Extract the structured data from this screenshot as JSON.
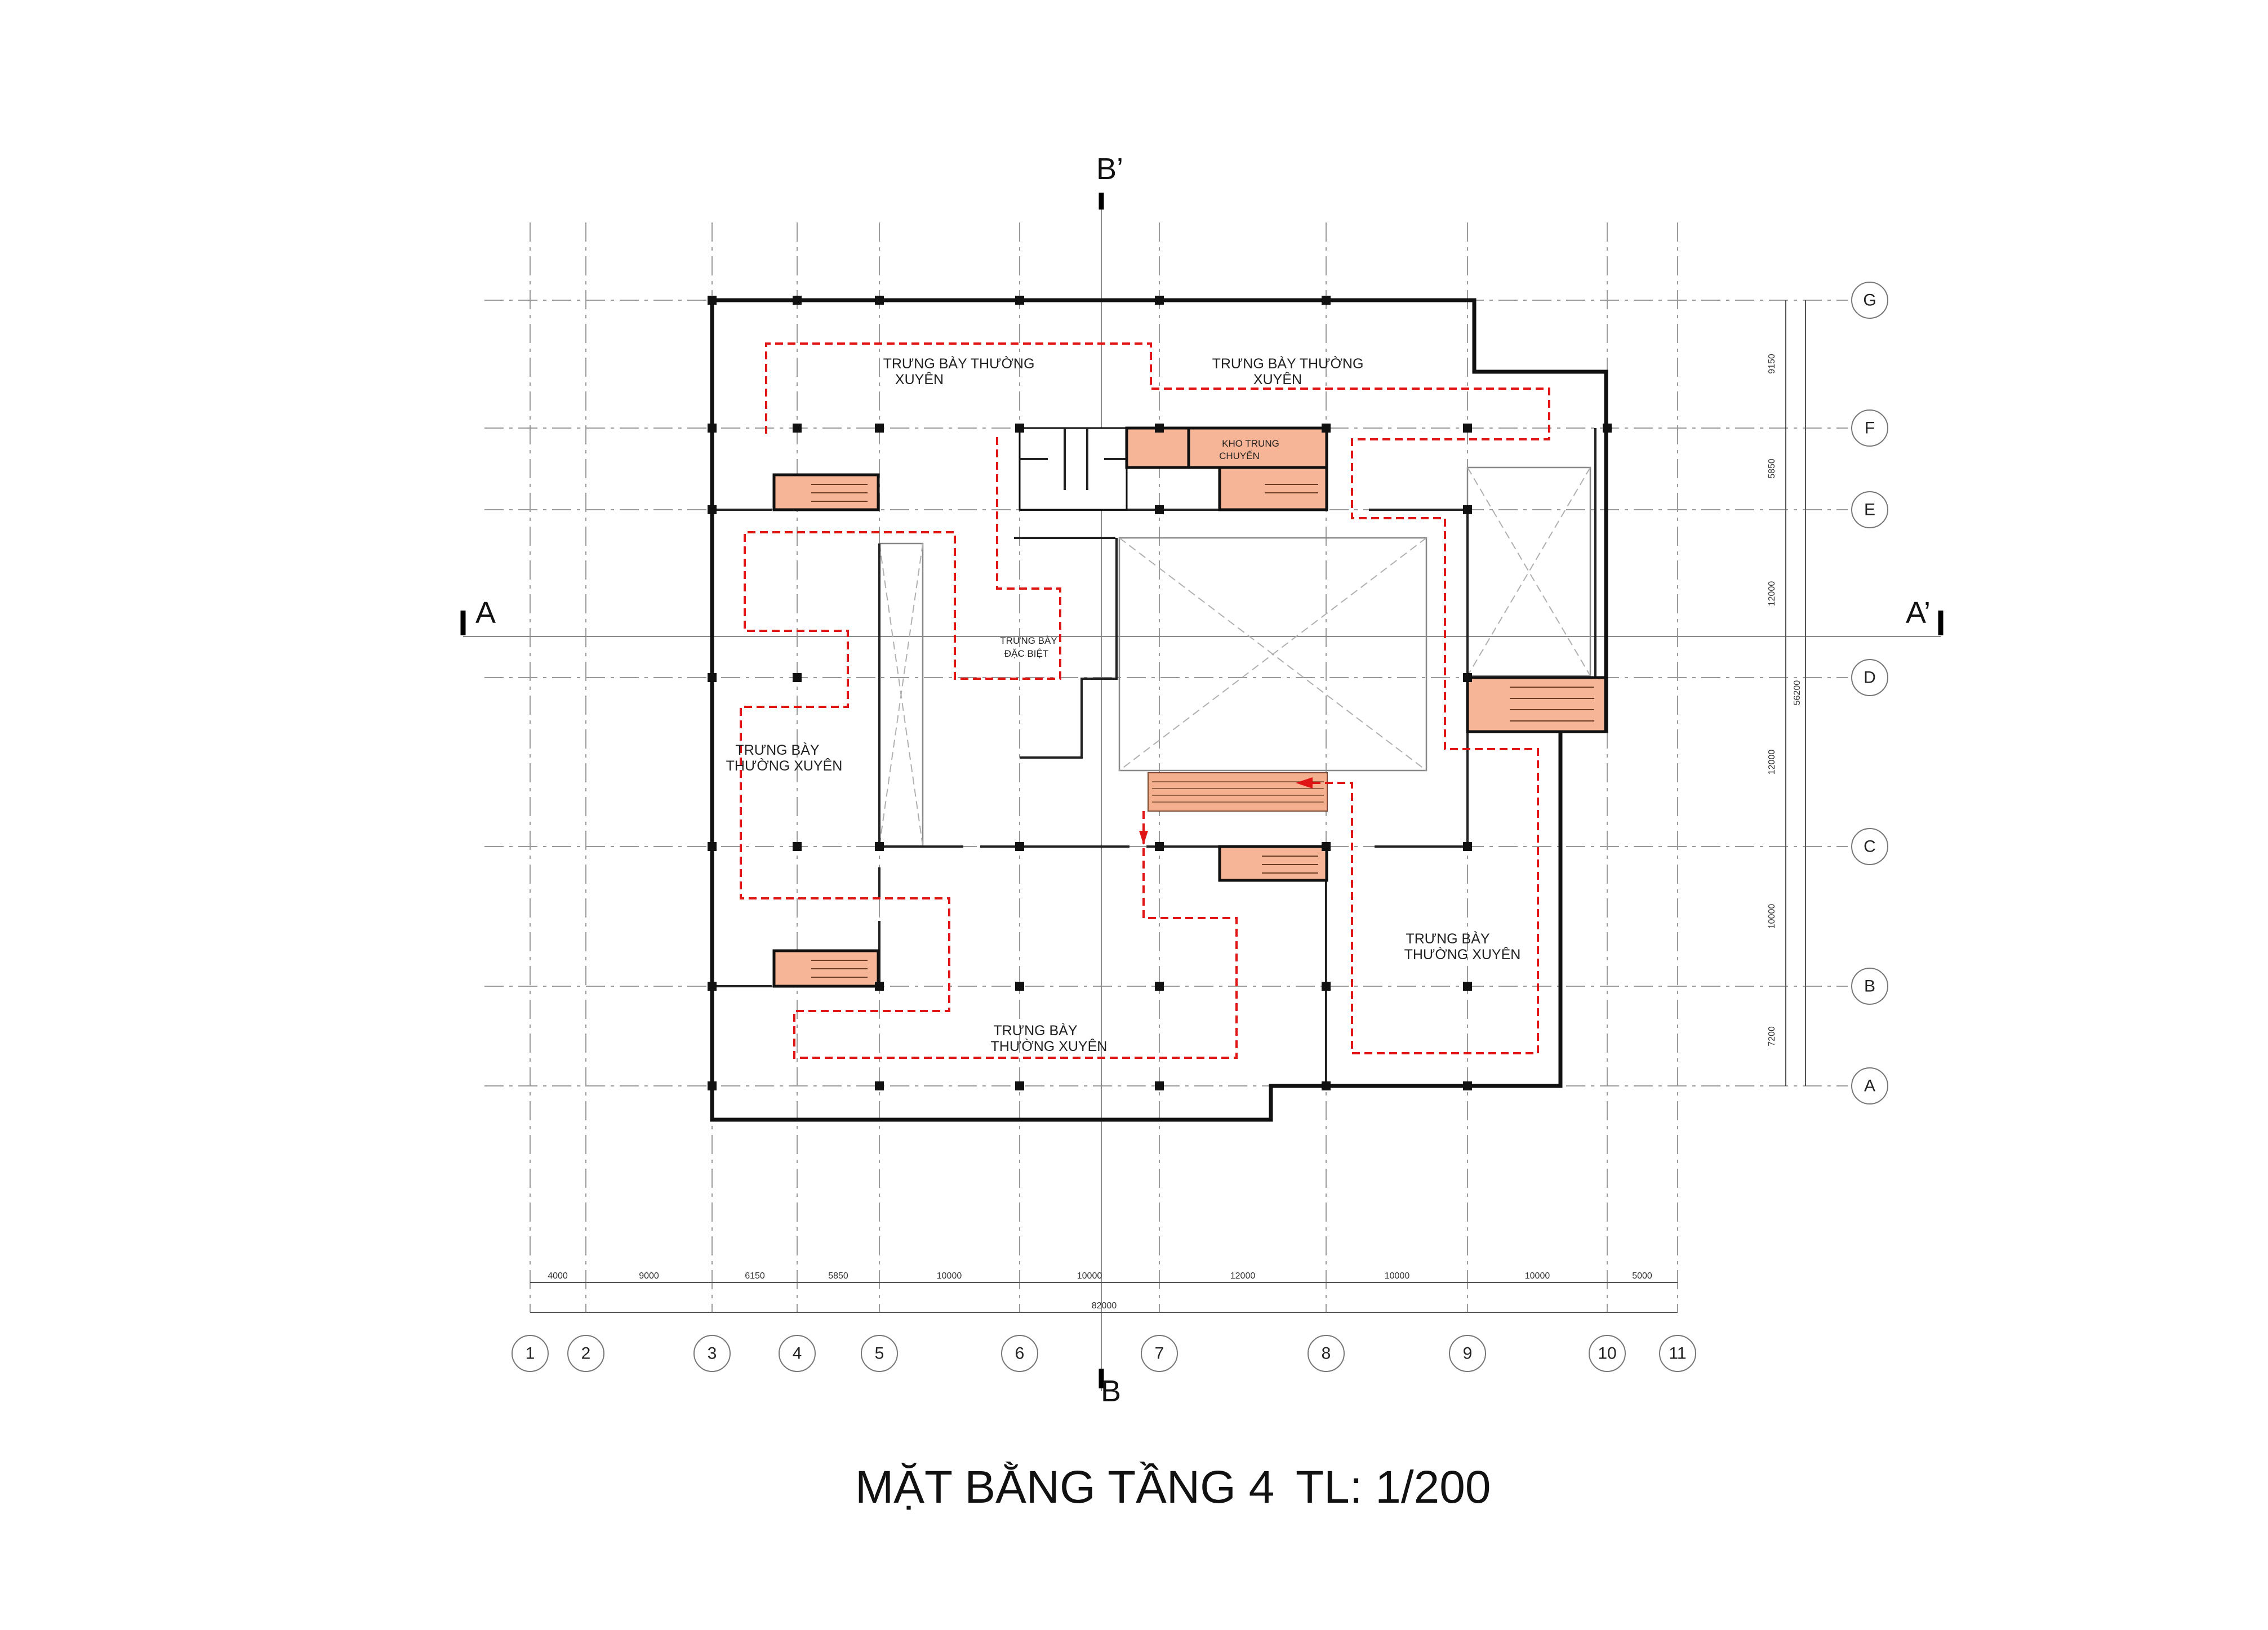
{
  "title": {
    "plan_name": "MẶT BẰNG TẦNG 4",
    "scale": "TL: 1/200"
  },
  "section_marks": {
    "a_left": "A",
    "a_right": "A’",
    "b_top": "B’",
    "b_bottom": "B"
  },
  "grid_columns": [
    "1",
    "2",
    "3",
    "4",
    "5",
    "6",
    "7",
    "8",
    "9",
    "10",
    "11"
  ],
  "grid_rows": [
    "G",
    "F",
    "E",
    "D",
    "C",
    "B",
    "A"
  ],
  "dimensions": {
    "column_spacings": [
      "4000",
      "9000",
      "6150",
      "5850",
      "10000",
      "10000",
      "12000",
      "10000",
      "10000",
      "5000"
    ],
    "total_horizontal": "82000",
    "row_spacings": [
      "9150",
      "5850",
      "12000",
      "12000",
      "10000",
      "7200"
    ],
    "total_vertical": "56200"
  },
  "rooms": {
    "north_west": [
      "TRƯNG BÀY THƯỜNG",
      "XUYÊN"
    ],
    "north_east": [
      "TRƯNG BÀY THƯỜNG",
      "XUYÊN"
    ],
    "west": [
      "TRƯNG BÀY",
      "THƯỜNG XUYÊN"
    ],
    "special": [
      "TRƯNG BÀY",
      "ĐẶC BIỆT"
    ],
    "storage": [
      "KHO TRUNG",
      "CHUYỂN"
    ],
    "south_east": [
      "TRƯNG BÀY",
      "THƯỜNG XUYÊN"
    ],
    "south": [
      "TRƯNG BÀY",
      "THƯỜNG XUYÊN"
    ]
  },
  "colors": {
    "core_fill": "#f6b597",
    "route": "#e01515",
    "wall": "#111111",
    "grid": "#9a9a9a"
  }
}
